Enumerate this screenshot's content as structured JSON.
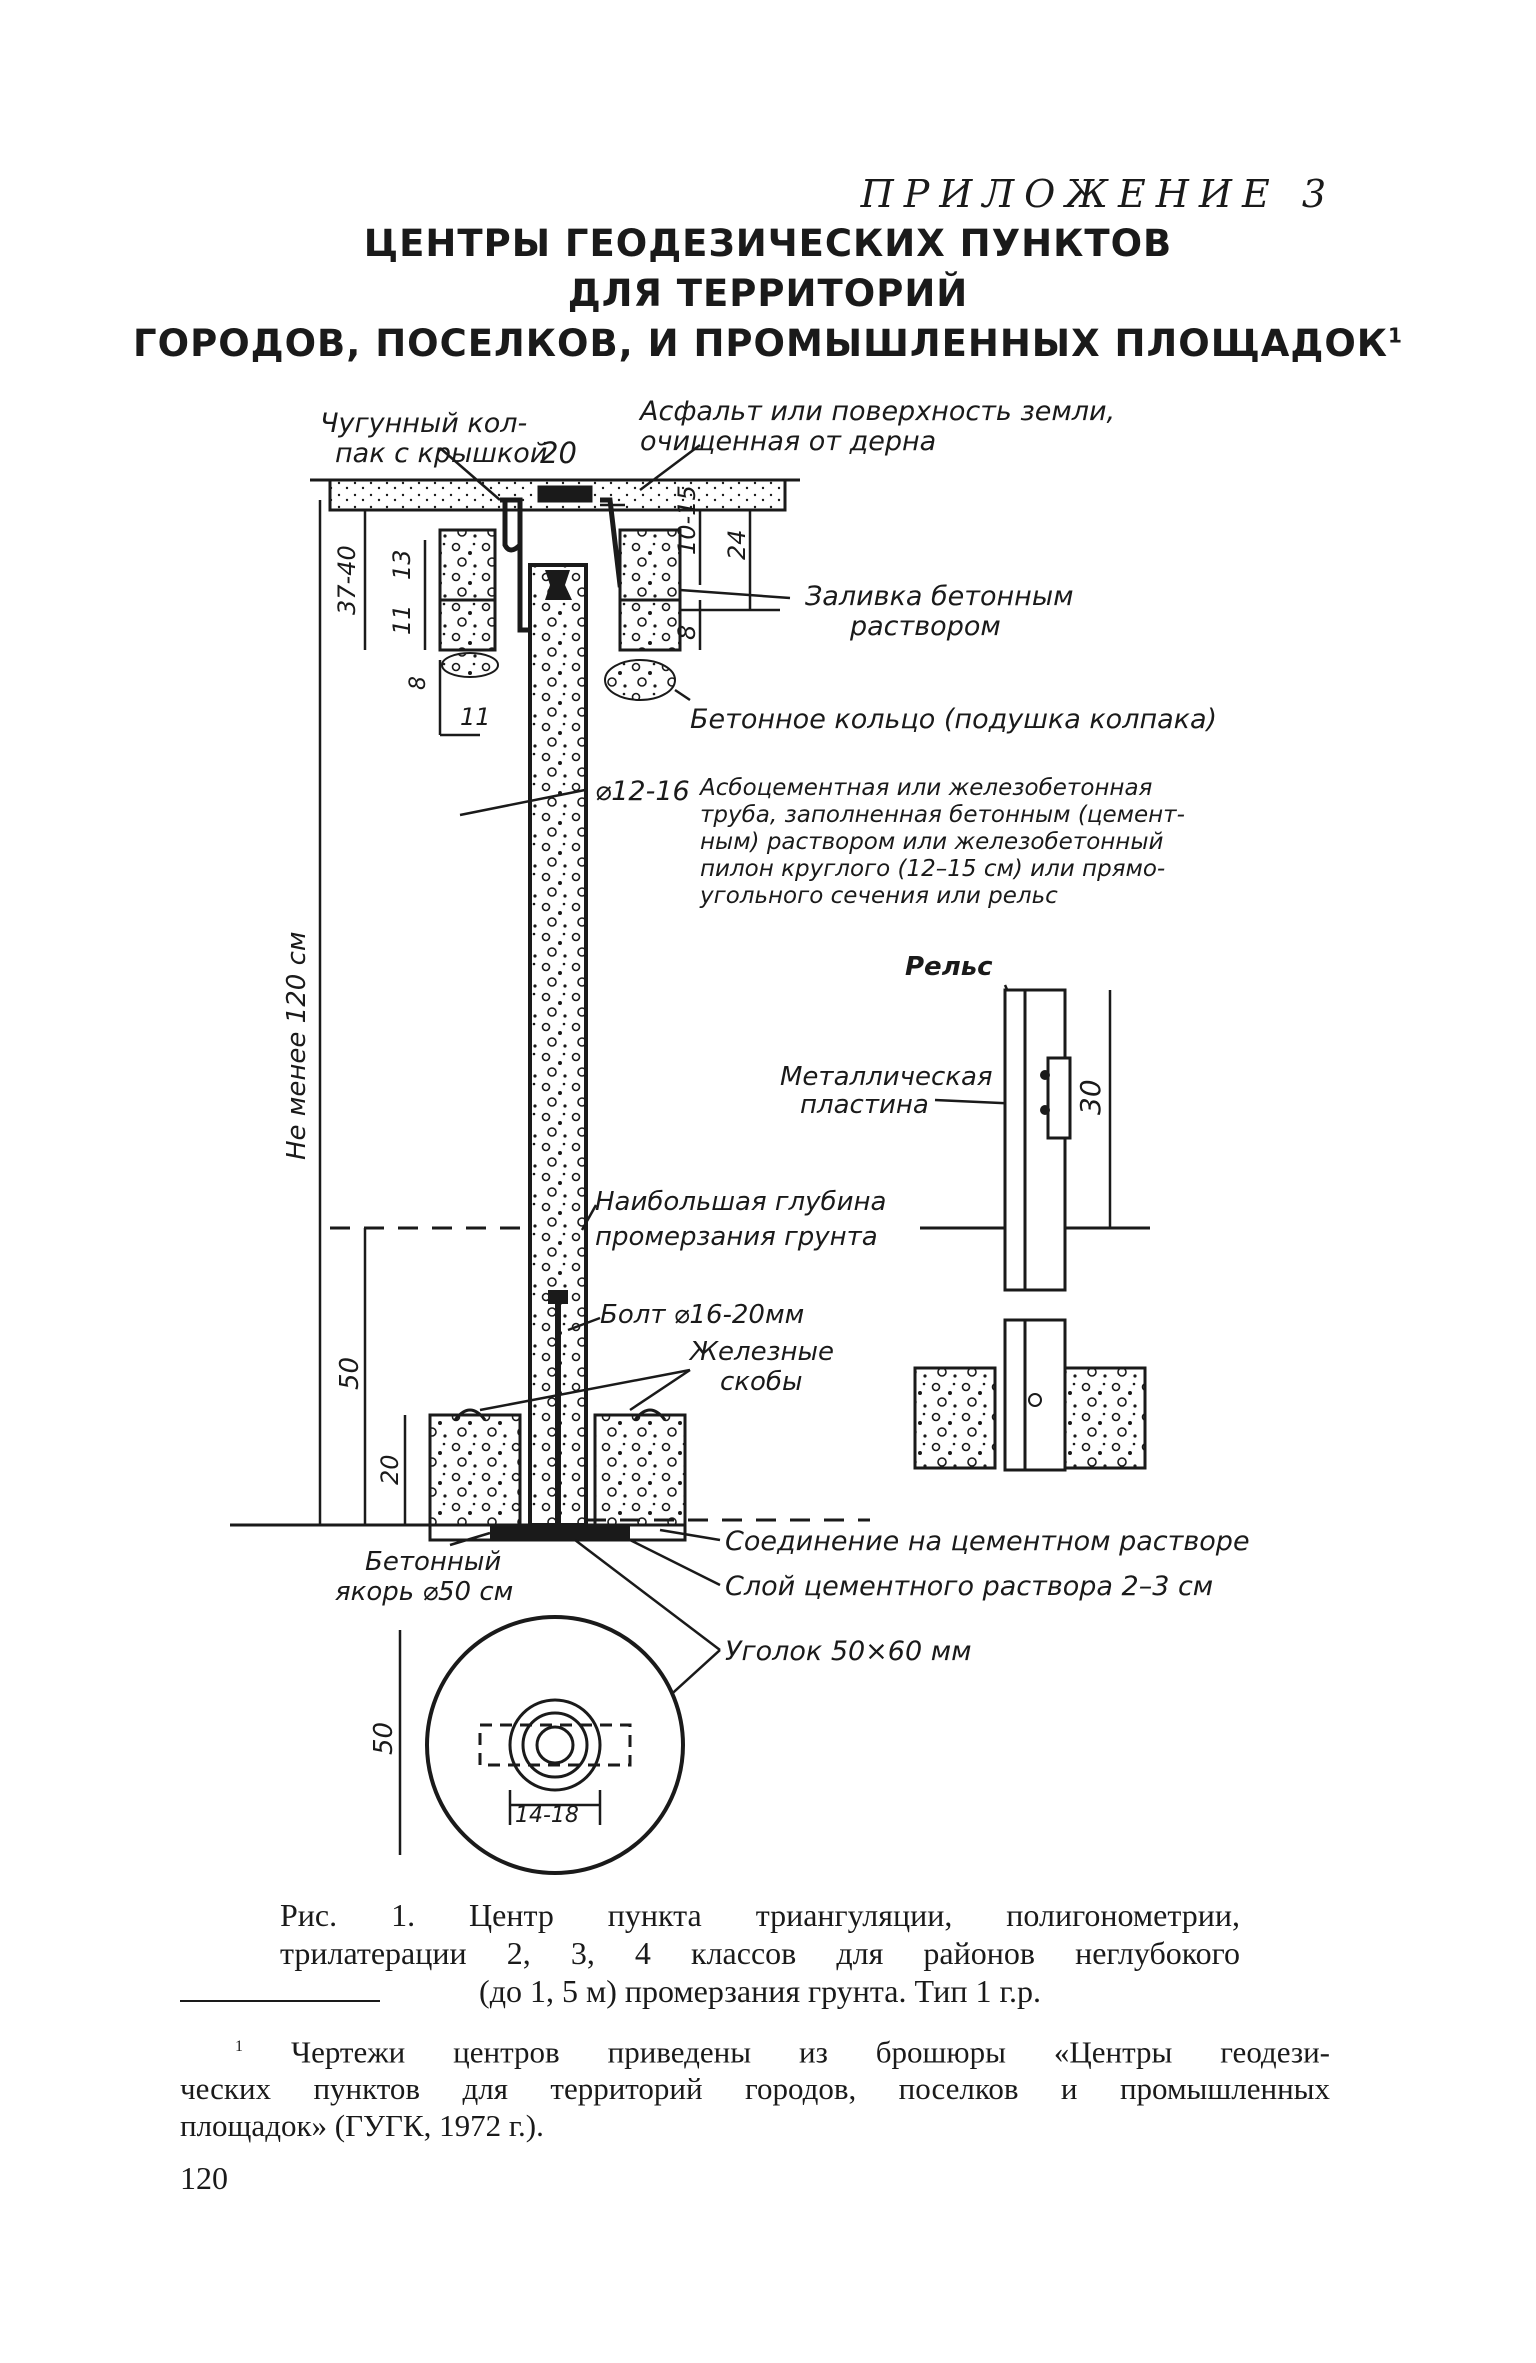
{
  "header": {
    "appendix": "ПРИЛОЖЕНИЕ 3",
    "title_lines": [
      "ЦЕНТРЫ ГЕОДЕЗИЧЕСКИХ ПУНКТОВ",
      "ДЛЯ ТЕРРИТОРИЙ",
      "ГОРОДОВ, ПОСЕЛКОВ, И ПРОМЫШЛЕННЫХ ПЛОЩАДОК"
    ],
    "title_footnote_mark": "1"
  },
  "figure": {
    "labels": {
      "cast_iron_cap": [
        "Чугунный кол-",
        "пак с крышкой"
      ],
      "asphalt": [
        "Асфальт или поверхность земли,",
        "очищенная от дерна"
      ],
      "concrete_fill": [
        "Заливка бетонным",
        "раствором"
      ],
      "concrete_ring": "Бетонное кольцо (подушка колпака)",
      "pipe_diameter": "⌀12-16",
      "pipe_description": [
        "Асбоцементная или железобетонная",
        "труба, заполненная бетонным (цемент-",
        "ным) раствором или железобетонный",
        "пилон круглого (12–15 см) или прямо-",
        "угольного сечения или рельс"
      ],
      "rail": "Рельс",
      "metal_plate": [
        "Металлическая",
        "пластина"
      ],
      "max_frost_depth": [
        "Наибольшая глубина",
        "промерзания грунта"
      ],
      "bolt": "Болт ⌀16-20мм",
      "iron_brackets": [
        "Железные",
        "скобы"
      ],
      "cement_joint": "Соединение на цементном растворе",
      "cement_layer": "Слой цементного раствора 2–3 см",
      "angle_iron": "Уголок 50×60 мм",
      "concrete_anchor": [
        "Бетонный",
        "якорь ⌀50 см"
      ],
      "min_depth": "Не менее 120 см"
    },
    "dimensions": {
      "cap_width": "20",
      "left_total": "37-40",
      "left_upper": "13",
      "left_lower": "11",
      "left_bottom": "8",
      "ring_width": "11",
      "right_upper": "10-15",
      "right_mid": "24",
      "right_bottom": "8",
      "rail_height": "30",
      "base_50": "50",
      "base_20": "20",
      "anchor_diameter": "50",
      "anchor_inner": "14-18"
    }
  },
  "caption": {
    "lines": [
      "Рис. 1. Центр пункта триангуляции, полигонометрии,",
      "трилатерации 2, 3, 4 классов для районов неглубокого",
      "(до 1, 5 м) промерзания грунта. Тип 1 г.р."
    ]
  },
  "footnote": {
    "mark": "1",
    "lines": [
      "Чертежи центров приведены из брошюры «Центры геодези-",
      "ческих пунктов для территорий городов, поселков и промышленных",
      "площадок» (ГУГК, 1972 г.)."
    ]
  },
  "page_number": "120"
}
